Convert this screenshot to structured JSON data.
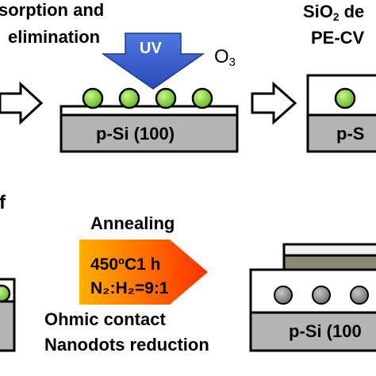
{
  "top": {
    "line1": "sorption and",
    "line2": "elimination",
    "uv_label": "UV",
    "o3": {
      "base": "O",
      "sub": "3"
    },
    "right_line1": {
      "pre": "SiO",
      "sub": "2",
      "post": " de"
    },
    "right_line2": "PE-CV",
    "substrate_label": "p-Si (100)",
    "right_substrate_label": "p-S"
  },
  "bottom": {
    "panel_letter": "f",
    "annealing": "Annealing",
    "temp": {
      "pre": "450",
      "sup": "o",
      "post": "C1 h"
    },
    "gas": "N₂:H₂=9:1",
    "note1": "Ohmic contact",
    "note2": "Nanodots reduction",
    "substrate_label": "p-Si (100"
  },
  "colors": {
    "uv_arrow": "#3a5fcd",
    "nanodot_green": "#7fd23a",
    "nanodot_gray": "#8c8c8c",
    "substrate": "#b4b4b4",
    "oxide_layer": "#ffffff",
    "metal_layer": "#8a8a72",
    "anneal_arrow_start": "#ff9a00",
    "anneal_arrow_end": "#ff3a00"
  }
}
